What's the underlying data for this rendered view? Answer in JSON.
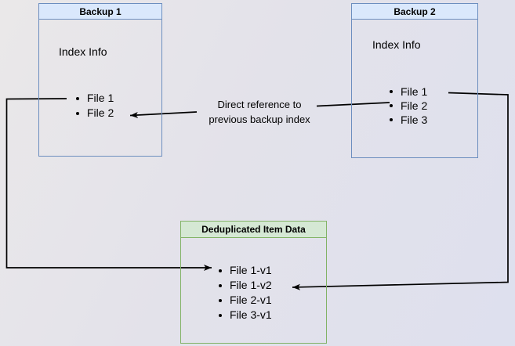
{
  "diagram": {
    "background_start": "#eae8e9",
    "background_end": "#dee0ee",
    "line_color": "#000000"
  },
  "boxes": {
    "backup1": {
      "title": "Backup 1",
      "subtitle": "Index Info",
      "items": [
        "File 1",
        "File 2"
      ],
      "fill": "#dae8fc",
      "border": "#6c8ebf"
    },
    "backup2": {
      "title": "Backup 2",
      "subtitle": "Index Info",
      "items": [
        "File 1",
        "File 2",
        "File 3"
      ],
      "fill": "#dae8fc",
      "border": "#6c8ebf"
    },
    "dedup": {
      "title": "Deduplicated Item Data",
      "items": [
        "File 1-v1",
        "File 1-v2",
        "File 2-v1",
        "File 3-v1"
      ],
      "fill": "#d5e8d4",
      "border": "#82b366"
    }
  },
  "edge_label": {
    "line1": "Direct reference to",
    "line2": "previous backup index"
  },
  "edges": [
    {
      "from": "backup2.File 2",
      "to": "backup1.File 2",
      "label": "Direct reference to previous backup index"
    },
    {
      "from": "backup1.File 1",
      "to": "dedup.File 1-v1",
      "label": ""
    },
    {
      "from": "backup2.File 1",
      "to": "dedup.File 1-v2",
      "label": ""
    }
  ]
}
